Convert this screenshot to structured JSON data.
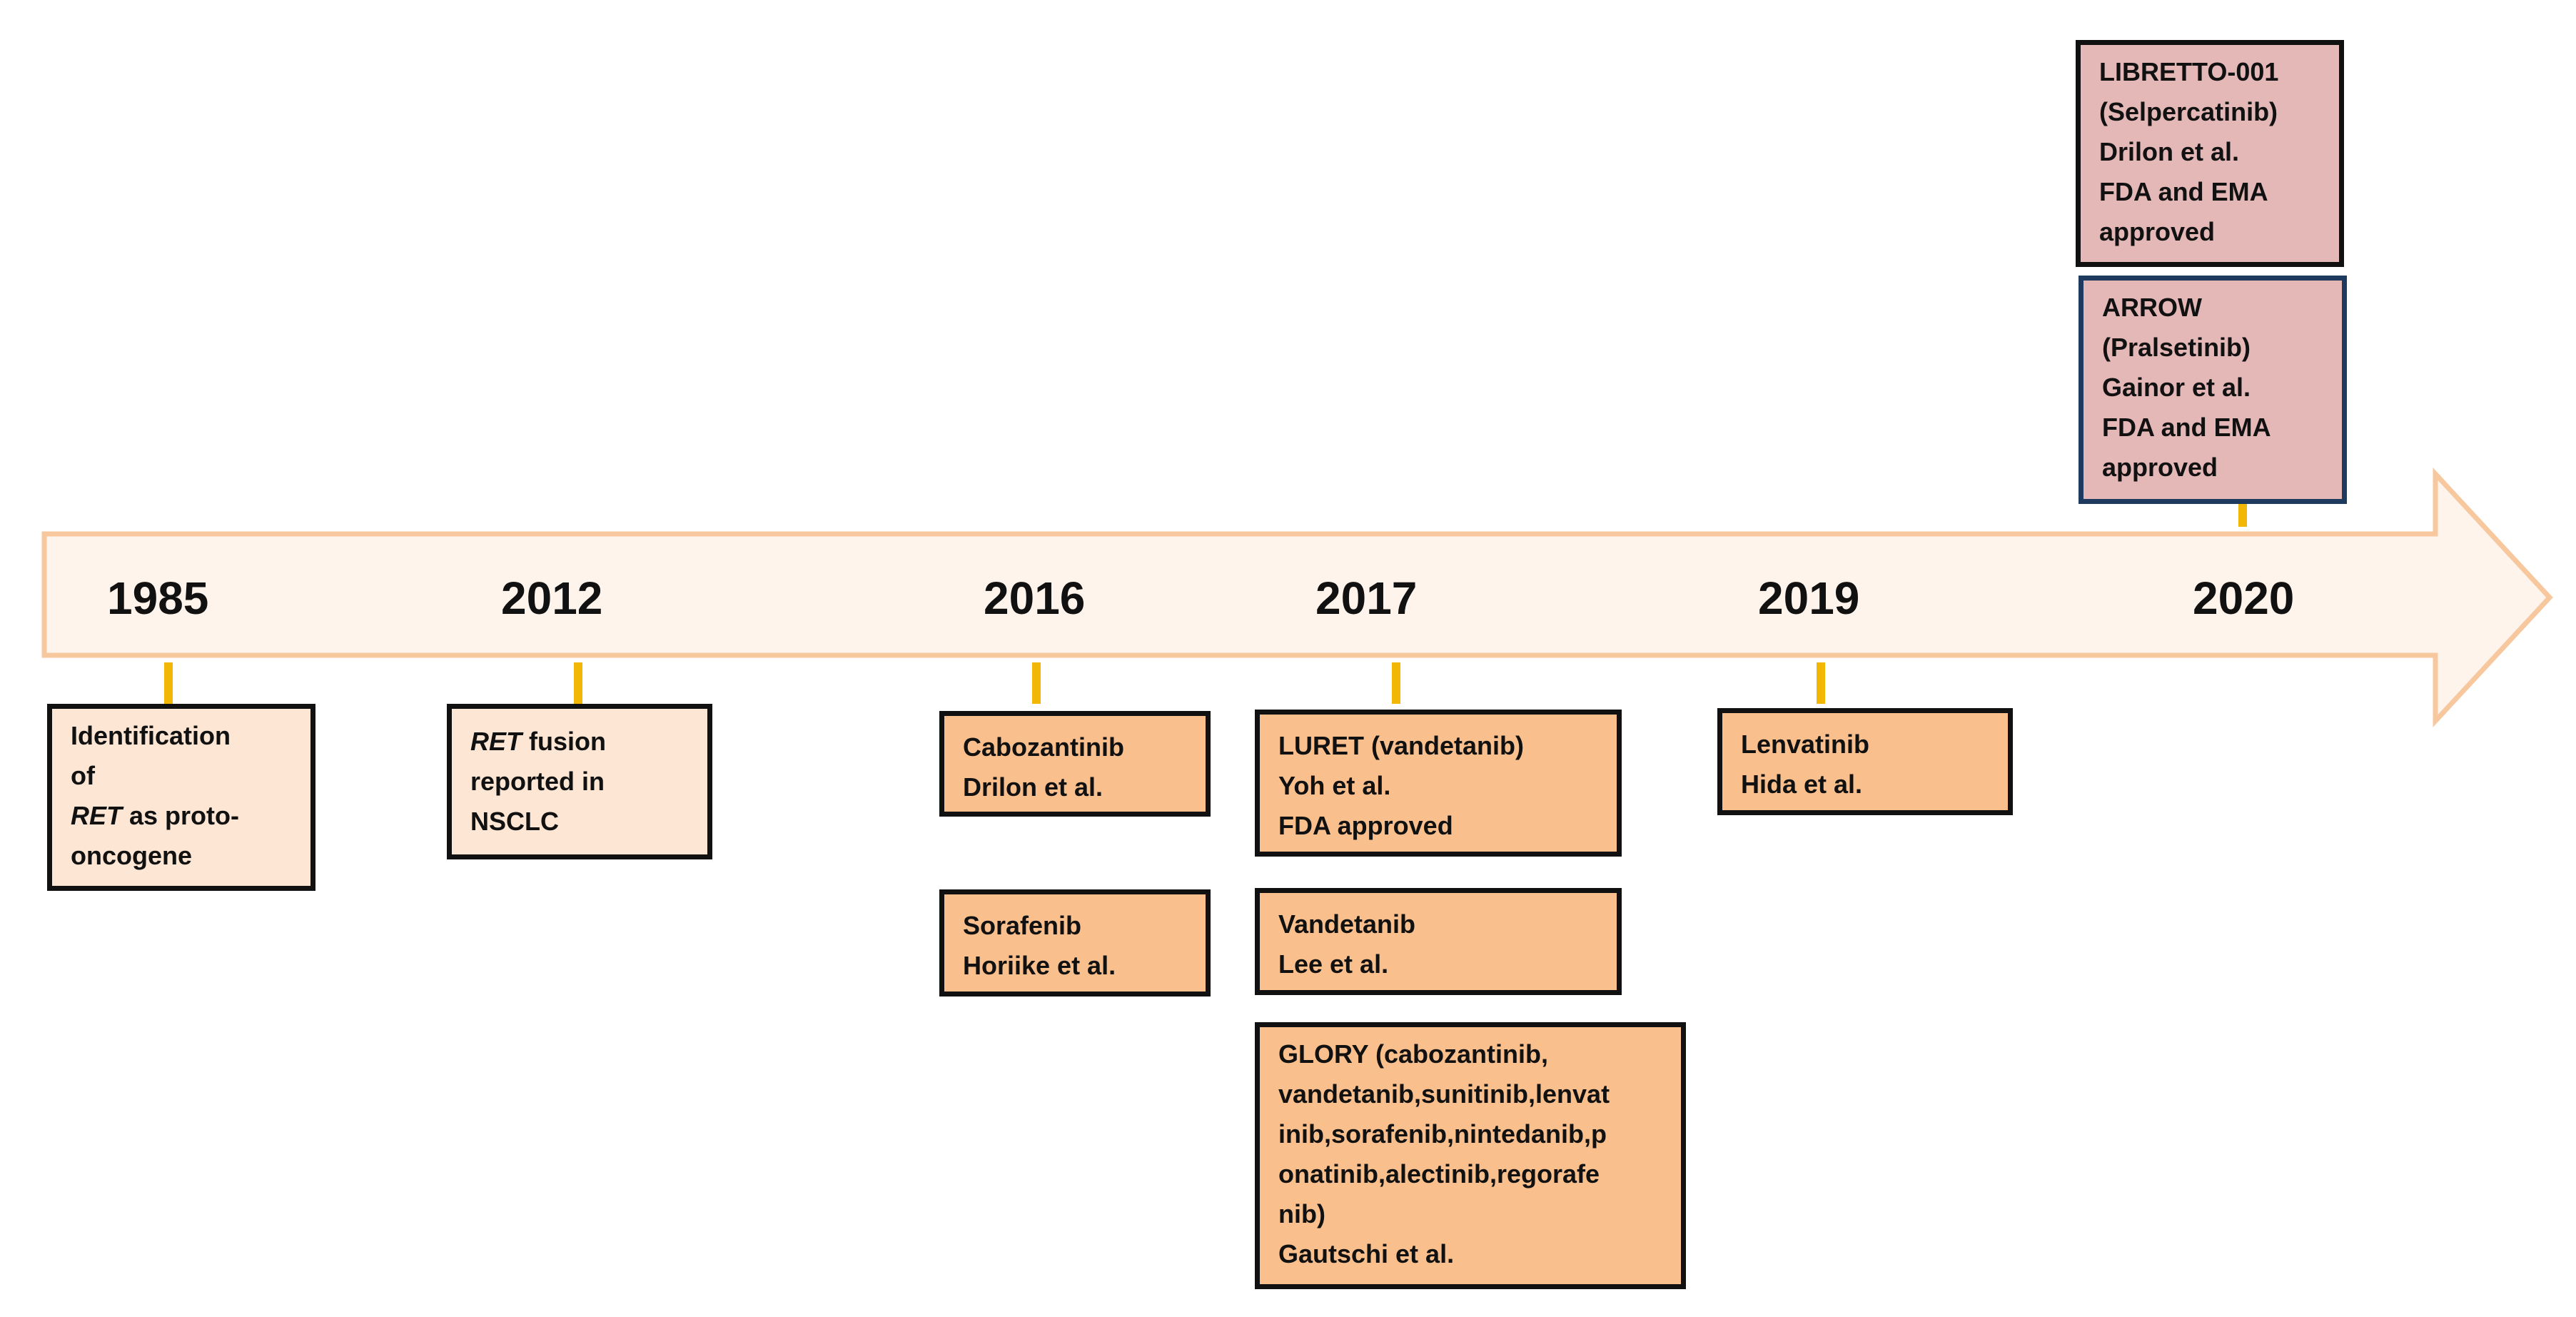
{
  "timeline": {
    "colors": {
      "arrow_fill": "#fff4ec",
      "arrow_stroke": "#f7c79e",
      "tick": "#f2b705"
    },
    "years": [
      "1985",
      "2012",
      "2016",
      "2017",
      "2019",
      "2020"
    ]
  },
  "events": {
    "e1985": {
      "lines": [
        "Identification",
        "of"
      ],
      "italic": "RET",
      "rest": " as proto-",
      "last": "oncogene"
    },
    "e2012": {
      "italic": "RET",
      "rest": " fusion",
      "l2": "reported in",
      "l3": "NSCLC"
    },
    "e2016a": {
      "l1": "Cabozantinib",
      "l2": "Drilon et al."
    },
    "e2016b": {
      "l1": "Sorafenib",
      "l2": "Horiike et al."
    },
    "e2017a": {
      "l1": "LURET (vandetanib)",
      "l2": "Yoh et al.",
      "l3": "FDA approved"
    },
    "e2017b": {
      "l1": "Vandetanib",
      "l2": "Lee et al."
    },
    "e2017c": {
      "l1": "GLORY (cabozantinib,",
      "l2": "vandetanib,sunitinib,lenvat",
      "l3": "inib,sorafenib,nintedanib,p",
      "l4": "onatinib,alectinib,regorafe",
      "l5": "nib)",
      "l6": "Gautschi et al."
    },
    "e2019": {
      "l1": "Lenvatinib",
      "l2": "Hida et al."
    },
    "e2020a": {
      "l1": "LIBRETTO-001",
      "l2": "(Selpercatinib)",
      "l3": "Drilon et al.",
      "l4": "FDA and EMA",
      "l5": "approved"
    },
    "e2020b": {
      "l1": "ARROW",
      "l2": "(Pralsetinib)",
      "l3": "Gainor et al.",
      "l4": "FDA and EMA",
      "l5": "approved"
    }
  }
}
